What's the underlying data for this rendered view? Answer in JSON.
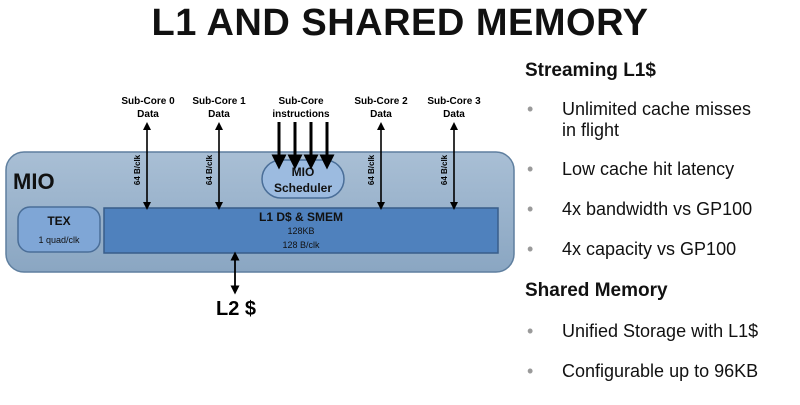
{
  "title": "L1 AND SHARED MEMORY",
  "diagram": {
    "subcores": [
      {
        "line1": "Sub-Core 0",
        "line2": "Data",
        "rate": "64 B/clk"
      },
      {
        "line1": "Sub-Core 1",
        "line2": "Data",
        "rate": "64 B/clk"
      },
      {
        "line1": "Sub-Core",
        "line2": "instructions"
      },
      {
        "line1": "Sub-Core 2",
        "line2": "Data",
        "rate": "64 B/clk"
      },
      {
        "line1": "Sub-Core 3",
        "line2": "Data",
        "rate": "64 B/clk"
      }
    ],
    "mio_label": "MIO",
    "scheduler": {
      "line1": "MIO",
      "line2": "Scheduler"
    },
    "tex": {
      "label": "TEX",
      "rate": "1 quad/clk"
    },
    "l1": {
      "label": "L1 D$ & SMEM",
      "size": "128KB",
      "rate": "128 B/clk"
    },
    "l2_label": "L2 $",
    "colors": {
      "mio_fill": "#93aec8",
      "l1_fill": "#4f81bd",
      "tex_fill": "#7fa6d6",
      "sched_fill": "#9cbbe0"
    }
  },
  "streaming": {
    "heading": "Streaming L1$",
    "items": [
      {
        "line1": "Unlimited cache misses",
        "line2": "in flight"
      },
      {
        "line1": "Low cache hit latency"
      },
      {
        "line1": "4x bandwidth vs GP100"
      },
      {
        "line1": "4x capacity vs GP100"
      }
    ]
  },
  "shared": {
    "heading": "Shared Memory",
    "items": [
      {
        "line1": "Unified Storage with L1$"
      },
      {
        "line1": "Configurable up to 96KB"
      }
    ]
  }
}
